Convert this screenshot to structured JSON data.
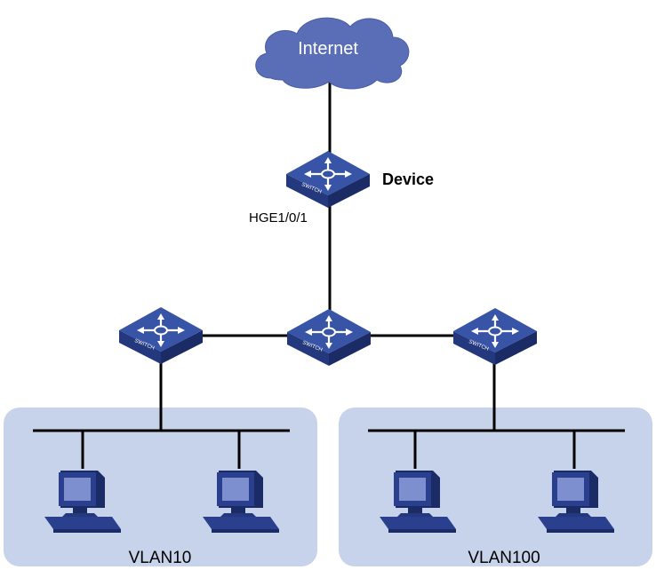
{
  "cloud": {
    "label": "Internet"
  },
  "device": {
    "label": "Device",
    "port": "HGE1/0/1"
  },
  "switch_text": "SWITCH",
  "vlans": [
    {
      "label": "VLAN10"
    },
    {
      "label": "VLAN100"
    }
  ],
  "colors": {
    "cloud": "#5a6db7",
    "cloud_dark": "#3a4c9c",
    "vlan_bg": "#c6d3ea",
    "switch_top": "#3854a6",
    "switch_front": "#24397d",
    "switch_side": "#1a2b66",
    "pc_body": "#2a3f8e",
    "pc_screen": "#7e8fcf",
    "line": "#000000"
  }
}
